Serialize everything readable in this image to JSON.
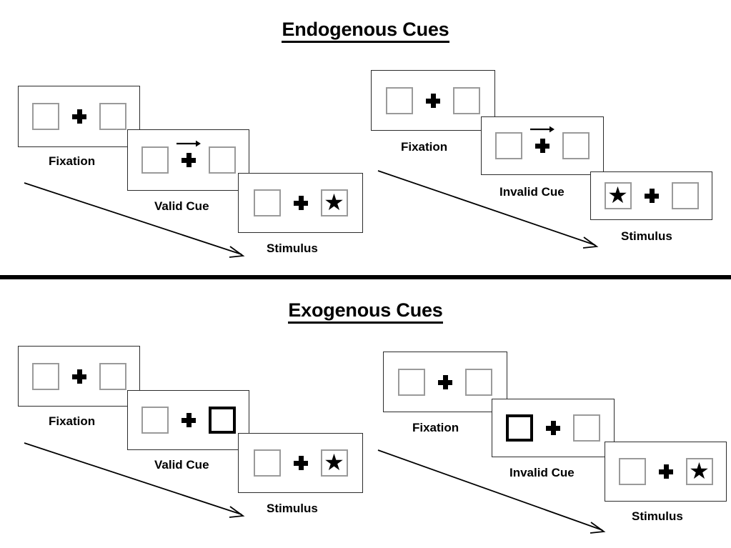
{
  "figure": {
    "sections": [
      {
        "id": "endogenous",
        "title": "Endogenous Cues",
        "columns": [
          {
            "id": "endogenous-valid",
            "panels": [
              {
                "id": "endo-valid-fixation",
                "caption": "Fixation",
                "cue": "none",
                "arrow": false,
                "left_box": "empty",
                "right_box": "empty",
                "star": "none"
              },
              {
                "id": "endo-valid-cue",
                "caption": "Valid Cue",
                "cue": "central-arrow-right",
                "arrow": true,
                "left_box": "empty",
                "right_box": "empty",
                "star": "none"
              },
              {
                "id": "endo-valid-stimulus",
                "caption": "Stimulus",
                "cue": "none",
                "arrow": false,
                "left_box": "empty",
                "right_box": "star",
                "star": "right"
              }
            ]
          },
          {
            "id": "endogenous-invalid",
            "panels": [
              {
                "id": "endo-invalid-fixation",
                "caption": "Fixation",
                "cue": "none",
                "arrow": false,
                "left_box": "empty",
                "right_box": "empty",
                "star": "none"
              },
              {
                "id": "endo-invalid-cue",
                "caption": "Invalid Cue",
                "cue": "central-arrow-right",
                "arrow": true,
                "left_box": "empty",
                "right_box": "empty",
                "star": "none"
              },
              {
                "id": "endo-invalid-stimulus",
                "caption": "Stimulus",
                "cue": "none",
                "arrow": false,
                "left_box": "star",
                "right_box": "empty",
                "star": "left"
              }
            ]
          }
        ]
      },
      {
        "id": "exogenous",
        "title": "Exogenous Cues",
        "columns": [
          {
            "id": "exogenous-valid",
            "panels": [
              {
                "id": "exo-valid-fixation",
                "caption": "Fixation",
                "cue": "none",
                "arrow": false,
                "left_box": "empty",
                "right_box": "empty",
                "star": "none"
              },
              {
                "id": "exo-valid-cue",
                "caption": "Valid Cue",
                "cue": "peripheral-flash-right",
                "arrow": false,
                "left_box": "empty",
                "right_box": "cued",
                "star": "none"
              },
              {
                "id": "exo-valid-stimulus",
                "caption": "Stimulus",
                "cue": "none",
                "arrow": false,
                "left_box": "empty",
                "right_box": "star",
                "star": "right"
              }
            ]
          },
          {
            "id": "exogenous-invalid",
            "panels": [
              {
                "id": "exo-invalid-fixation",
                "caption": "Fixation",
                "cue": "none",
                "arrow": false,
                "left_box": "empty",
                "right_box": "empty",
                "star": "none"
              },
              {
                "id": "exo-invalid-cue",
                "caption": "Invalid Cue",
                "cue": "peripheral-flash-left",
                "arrow": false,
                "left_box": "cued",
                "right_box": "empty",
                "star": "none"
              },
              {
                "id": "exo-invalid-stimulus",
                "caption": "Stimulus",
                "cue": "none",
                "arrow": false,
                "left_box": "empty",
                "right_box": "star",
                "star": "right"
              }
            ]
          }
        ]
      }
    ],
    "glyphs": {
      "star": "★",
      "fixation_cross": "fixation-cross",
      "time_arrow": "time-flow-arrow",
      "cue_arrow": "rightward-cue-arrow"
    },
    "colors": {
      "ink": "#000000",
      "panel_border": "#2b2b2b",
      "box_border": "#9a9a9a",
      "cued_box_border": "#000000",
      "background": "#ffffff"
    }
  }
}
